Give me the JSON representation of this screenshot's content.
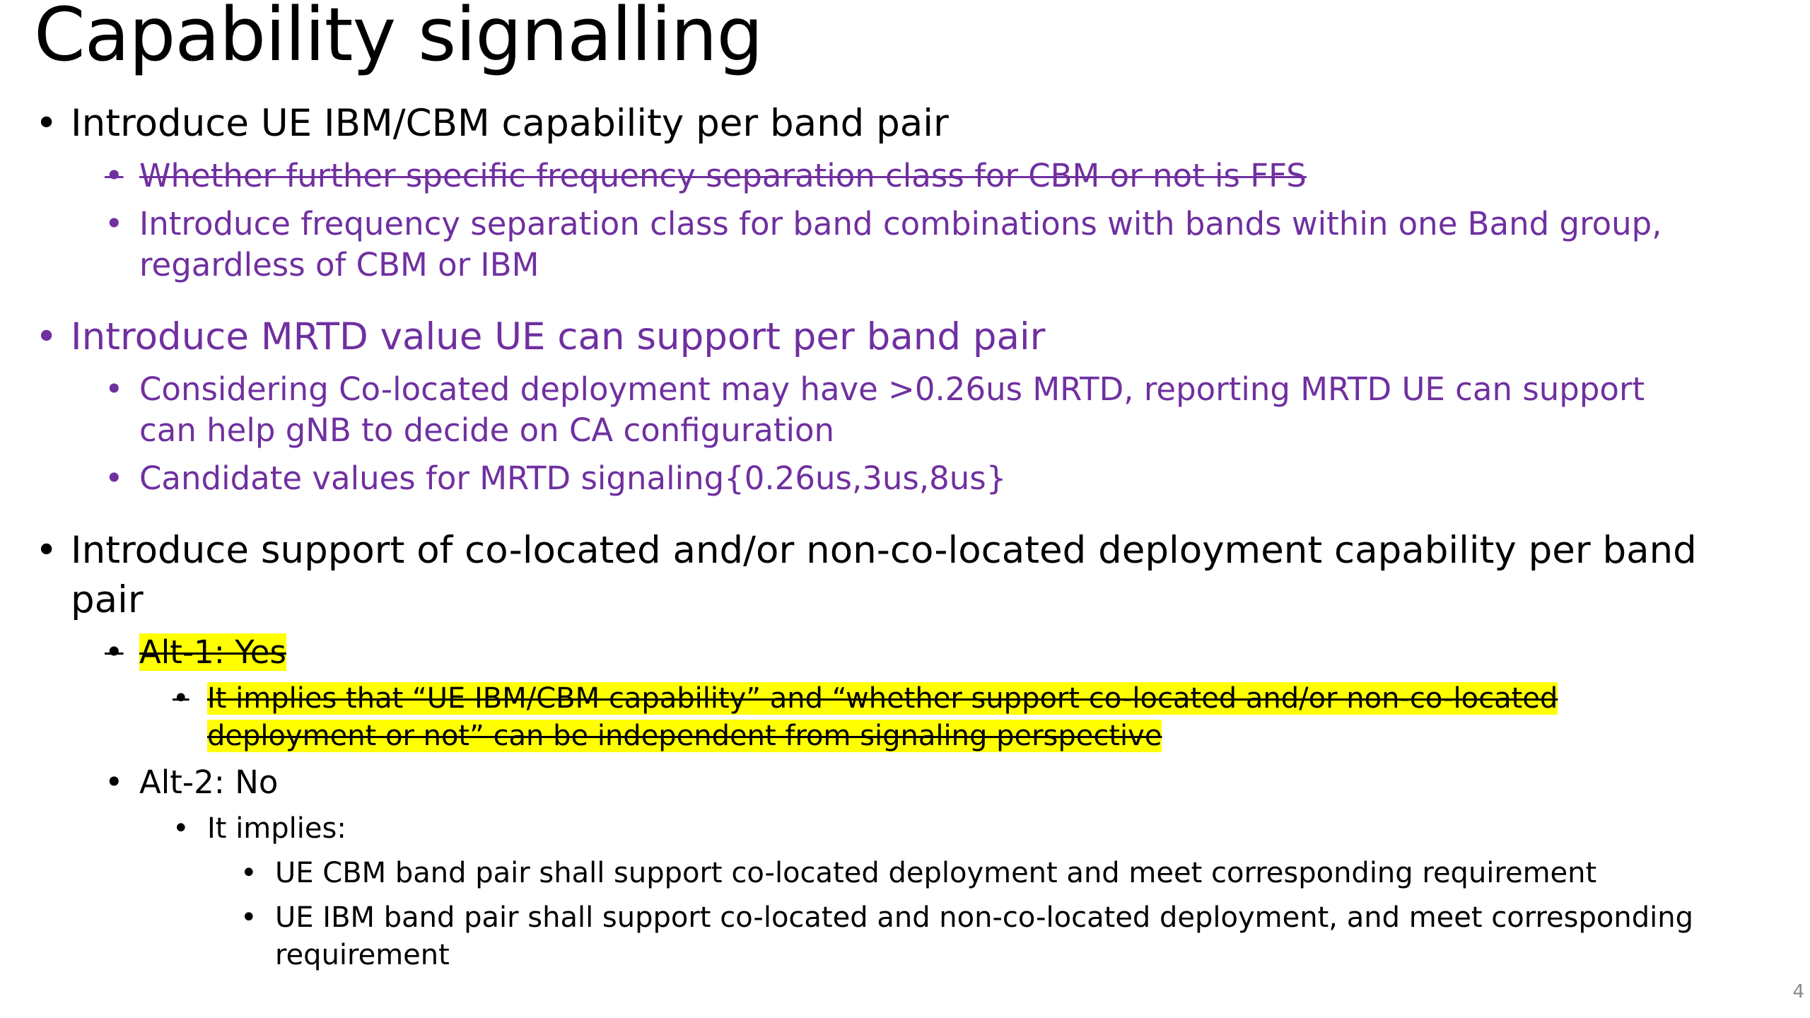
{
  "title": "Capability signalling",
  "page_number": "4",
  "bullets": {
    "b1": "Introduce UE IBM/CBM capability per band pair",
    "b1_1": "Whether further specific frequency separation class for CBM or not is FFS",
    "b1_2": "Introduce frequency separation class for band combinations with bands within one Band group, regardless of CBM or IBM",
    "b2": "Introduce MRTD value UE can support per band pair",
    "b2_1": "Considering Co-located deployment may have >0.26us MRTD, reporting MRTD UE can support can help  gNB to decide on CA configuration",
    "b2_2": "Candidate values for MRTD signaling{0.26us,3us,8us}",
    "b3": "Introduce support of co-located and/or non-co-located deployment capability per band pair",
    "b3_1": "Alt-1: Yes",
    "b3_1_1": "It implies that “UE IBM/CBM capability” and “whether support co-located and/or non-co-located deployment or not” can be independent from signaling perspective",
    "b3_2": "Alt-2: No",
    "b3_2_1": "It implies:",
    "b3_2_1_1": "UE CBM band pair shall support co-located deployment and meet corresponding requirement",
    "b3_2_1_2": "UE IBM band pair shall support co-located and non-co-located deployment, and meet corresponding requirement"
  },
  "colors": {
    "purple_text": "#7030a0",
    "highlight": "#ffff00",
    "black_text": "#000000"
  }
}
